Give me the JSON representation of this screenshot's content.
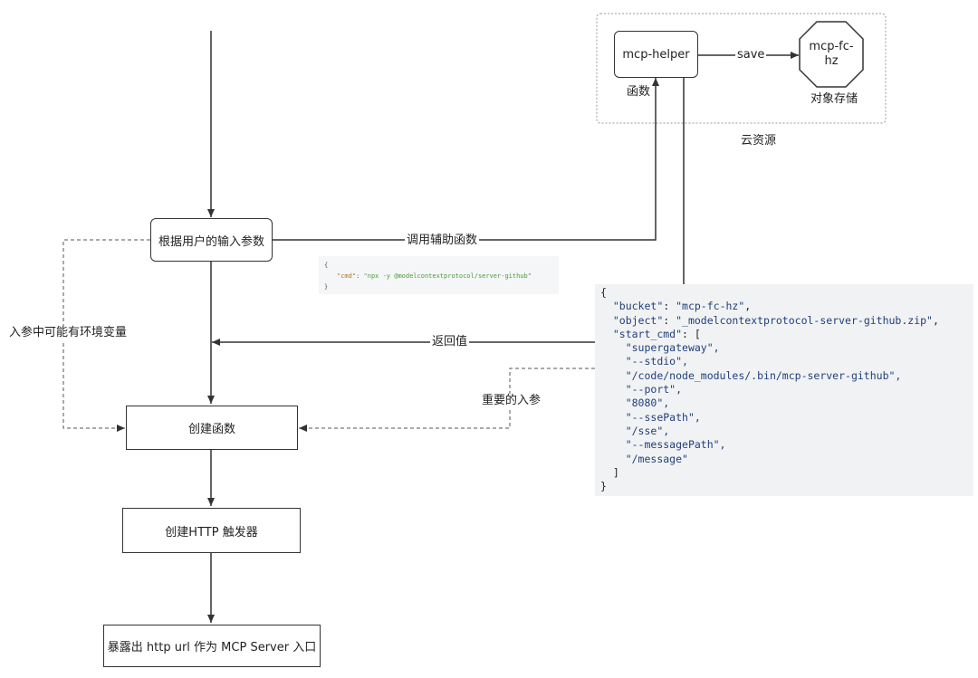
{
  "nodes": {
    "params": "根据用户的输入参数",
    "create_fn": "创建函数",
    "http_trigger": "创建HTTP 触发器",
    "expose": "暴露出 http url 作为 MCP Server 入口",
    "helper": "mcp-helper",
    "storage": "mcp-fc-\nhz"
  },
  "labels": {
    "call_helper": "调用辅助函数",
    "return_value": "返回值",
    "important_param": "重要的入参",
    "env_vars": "入参中可能有环境变量",
    "save": "save",
    "function": "函数",
    "object_storage": "对象存储",
    "cloud_resources": "云资源"
  },
  "code_small": {
    "open": "{",
    "key": "\"cmd\"",
    "colon": ": ",
    "value": "\"npx -y @modelcontextprotocol/server-github\"",
    "close": "}"
  },
  "code_big": {
    "open": "{",
    "bucket_key": "\"bucket\"",
    "bucket_val": "\"mcp-fc-hz\"",
    "object_key": "\"object\"",
    "object_val": "\"_modelcontextprotocol-server-github.zip\"",
    "start_cmd_key": "\"start_cmd\"",
    "start_cmd_items": [
      "\"supergateway\",",
      "\"--stdio\",",
      "\"/code/node_modules/.bin/mcp-server-github\",",
      "\"--port\",",
      "\"8080\",",
      "\"--ssePath\",",
      "\"/sse\",",
      "\"--messagePath\",",
      "\"/message\""
    ],
    "array_close": "]",
    "close": "}"
  }
}
